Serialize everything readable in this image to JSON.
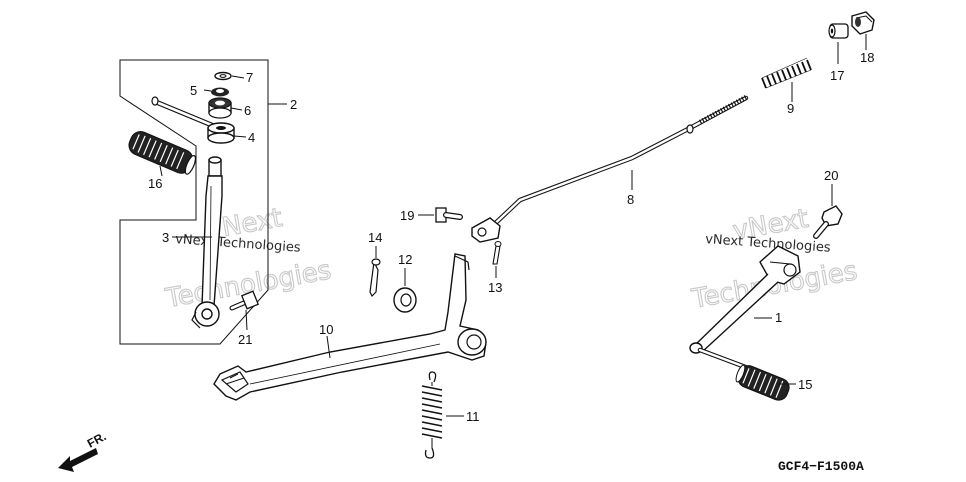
{
  "callouts": {
    "c1": "1",
    "c2": "2",
    "c3": "3",
    "c4": "4",
    "c5": "5",
    "c6": "6",
    "c7": "7",
    "c8": "8",
    "c9": "9",
    "c10": "10",
    "c11": "11",
    "c12": "12",
    "c13": "13",
    "c14": "14",
    "c15": "15",
    "c16": "16",
    "c17": "17",
    "c18": "18",
    "c19": "19",
    "c20": "20",
    "c21": "21"
  },
  "watermark": {
    "line1": "vNext",
    "line2": "Technologies",
    "small": "vNext Technologies"
  },
  "direction_label": "FR.",
  "figure_code": "GCF4−F1500A"
}
